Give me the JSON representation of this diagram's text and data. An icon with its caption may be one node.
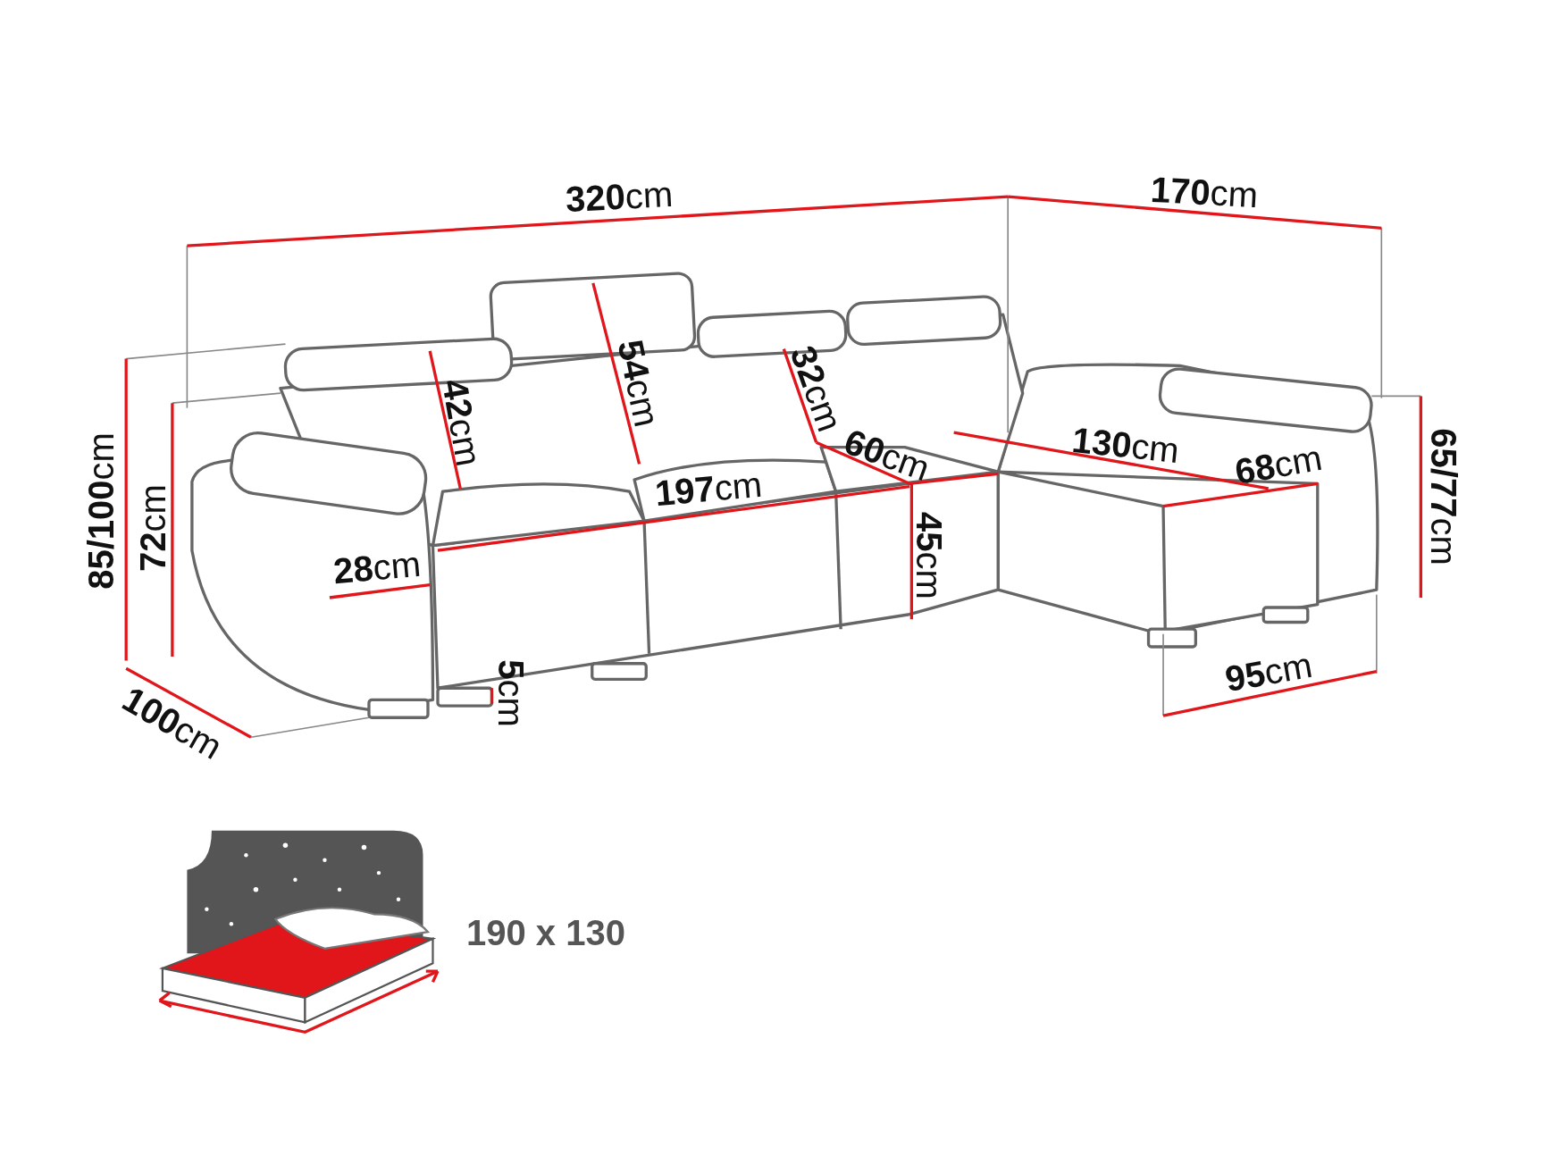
{
  "diagram": {
    "labels": [
      "**320**cm",
      "**170**cm",
      "**54**cm",
      "**32**cm",
      "**42**cm",
      "**130**cm",
      "**60**cm",
      "**68**cm",
      "**197**cm",
      "**85/100**cm",
      "**72**cm",
      "**65/77**cm",
      "**28**cm",
      "**45**cm",
      "**5**cm",
      "**95**cm",
      "**100**cm",
      "190 x 130"
    ]
  }
}
